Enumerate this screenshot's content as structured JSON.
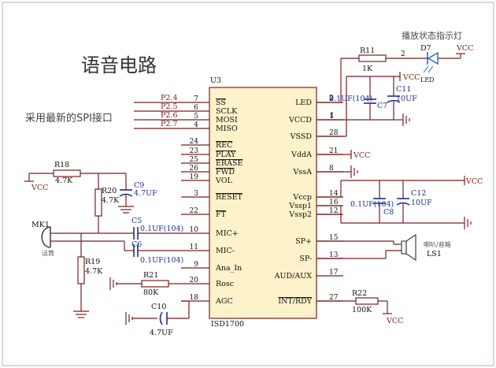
{
  "title": "语音电路",
  "spi_note": "采用最新的SPI接口",
  "led_note": "播放状态指示灯",
  "ic": {
    "ref": "U3",
    "part": "ISD1700"
  },
  "left_pins": [
    {
      "num": "7",
      "name": "SS",
      "overbar": true
    },
    {
      "num": "6",
      "name": "SCLK",
      "overbar": false
    },
    {
      "num": "5",
      "name": "MOSI",
      "overbar": false
    },
    {
      "num": "4",
      "name": "MISO",
      "overbar": false
    },
    {
      "num": "24",
      "name": "REC",
      "overbar": true
    },
    {
      "num": "23",
      "name": "PLAY",
      "overbar": true
    },
    {
      "num": "25",
      "name": "ERASE",
      "overbar": true
    },
    {
      "num": "26",
      "name": "FWD",
      "overbar": true
    },
    {
      "num": "19",
      "name": "VOL",
      "overbar": false
    },
    {
      "num": "3",
      "name": "RESET",
      "overbar": true
    },
    {
      "num": "22",
      "name": "FT",
      "overbar": true
    },
    {
      "num": "10",
      "name": "MIC+",
      "overbar": false
    },
    {
      "num": "11",
      "name": "MIC-",
      "overbar": false
    },
    {
      "num": "9",
      "name": "Ana_In",
      "overbar": false
    },
    {
      "num": "20",
      "name": "Rosc",
      "overbar": false
    },
    {
      "num": "18",
      "name": "AGC",
      "overbar": false
    }
  ],
  "right_pins": [
    {
      "num": "2",
      "name": "LED",
      "overbar": false
    },
    {
      "num": "1",
      "name": "VCCD",
      "overbar": false
    },
    {
      "num": "28",
      "name": "VSSD",
      "overbar": false
    },
    {
      "num": "21",
      "name": "VddA",
      "overbar": false
    },
    {
      "num": "8",
      "name": "VssA",
      "overbar": false
    },
    {
      "num": "14",
      "name": "Vccp",
      "overbar": false
    },
    {
      "num": "16",
      "name": "Vssp1",
      "overbar": false
    },
    {
      "num": "12",
      "name": "Vssp2",
      "overbar": false
    },
    {
      "num": "15",
      "name": "SP+",
      "overbar": false
    },
    {
      "num": "13",
      "name": "SP-",
      "overbar": false
    },
    {
      "num": "17",
      "name": "AUD/AUX",
      "overbar": false
    },
    {
      "num": "27",
      "name": "INT/RDY",
      "overbar": true
    }
  ],
  "spi_nets": [
    "P2.4",
    "P2.5",
    "P2.6",
    "P2.7"
  ],
  "components": {
    "r11": {
      "ref": "R11",
      "value": "1K"
    },
    "d7": {
      "ref": "D7",
      "value": "LED"
    },
    "c7": {
      "ref": "C7",
      "value": "0.1UF(104)"
    },
    "c11": {
      "ref": "C11",
      "value": "10UF"
    },
    "c8": {
      "ref": "C8",
      "value": "0.1UF(104)"
    },
    "c12": {
      "ref": "C12",
      "value": "10UF"
    },
    "r18": {
      "ref": "R18",
      "value": "4.7K"
    },
    "r20": {
      "ref": "R20",
      "value": "4.7K"
    },
    "c9": {
      "ref": "C9",
      "value": "4.7UF"
    },
    "c5": {
      "ref": "C5",
      "value": "0.1UF(104)"
    },
    "c6": {
      "ref": "C6",
      "value": "0.1UF(104)"
    },
    "r19": {
      "ref": "R19",
      "value": "4.7K"
    },
    "r21": {
      "ref": "R21",
      "value": "80K"
    },
    "c10": {
      "ref": "C10",
      "value": "4.7UF"
    },
    "r22": {
      "ref": "R22",
      "value": "100K"
    },
    "mk1": {
      "ref": "MK1",
      "value": "话筒"
    },
    "ls1": {
      "ref": "LS1",
      "value": "喇叭/音箱"
    }
  },
  "power_label": "VCC",
  "net_numbers": {
    "led_net": "2",
    "vccd_net": "1"
  },
  "colors": {
    "wire": "#7a1e1e",
    "ic_fill": "#fdf2c9",
    "capacitor": "#1f2f8a",
    "diode": "#1f6fd0",
    "border": "#a8b6c8"
  }
}
